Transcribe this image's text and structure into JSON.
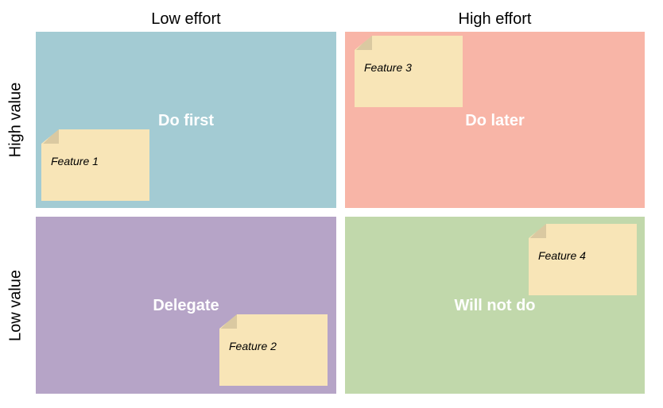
{
  "columns": [
    {
      "label": "Low effort"
    },
    {
      "label": "High effort"
    }
  ],
  "rows": [
    {
      "label": "High value"
    },
    {
      "label": "Low value"
    }
  ],
  "quadrants": {
    "do_first": {
      "label": "Do first",
      "color": "#a3cbd3"
    },
    "do_later": {
      "label": "Do later",
      "color": "#f8b5a7"
    },
    "delegate": {
      "label": "Delegate",
      "color": "#b6a4c7"
    },
    "will_not_do": {
      "label": "Will not do",
      "color": "#c1d8ab"
    }
  },
  "notes": {
    "feature_1": {
      "label": "Feature 1"
    },
    "feature_2": {
      "label": "Feature 2"
    },
    "feature_3": {
      "label": "Feature 3"
    },
    "feature_4": {
      "label": "Feature 4"
    }
  },
  "sticky_color": "#f8e5b7"
}
